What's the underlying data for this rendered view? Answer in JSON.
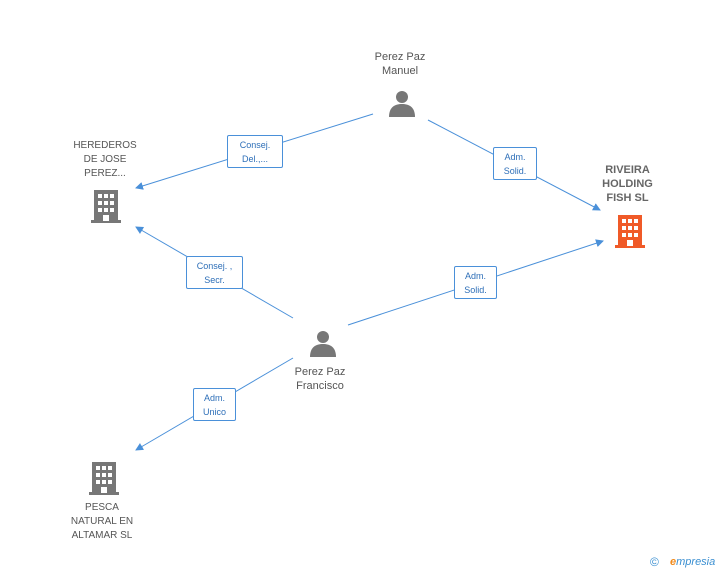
{
  "nodes": {
    "perez_paz_manuel": {
      "label_line1": "Perez Paz",
      "label_line2": "Manuel",
      "icon": "person-icon"
    },
    "perez_paz_francisco": {
      "label_line1": "Perez Paz",
      "label_line2": "Francisco",
      "icon": "person-icon"
    },
    "herederos": {
      "label_line1": "HEREDEROS",
      "label_line2": "DE JOSE",
      "label_line3": "PEREZ...",
      "icon": "building-icon"
    },
    "riveira": {
      "label_line1": "RIVEIRA",
      "label_line2": "HOLDING",
      "label_line3": "FISH SL",
      "icon": "building-icon",
      "highlight_color": "#f05a28"
    },
    "pesca": {
      "label_line1": "PESCA",
      "label_line2": "NATURAL EN",
      "label_line3": "ALTAMAR SL",
      "icon": "building-icon"
    }
  },
  "edges": {
    "manuel_herederos": {
      "line1": "Consej.",
      "line2": "Del.,..."
    },
    "manuel_riveira": {
      "line1": "Adm.",
      "line2": "Solid."
    },
    "francisco_herederos": {
      "line1": "Consej. ,",
      "line2": "Secr."
    },
    "francisco_riveira": {
      "line1": "Adm.",
      "line2": "Solid."
    },
    "francisco_pesca": {
      "line1": "Adm.",
      "line2": "Unico"
    }
  },
  "colors": {
    "edge": "#4a90d9",
    "icon_gray": "#777777",
    "highlight": "#f05a28"
  },
  "footer": {
    "copyright": "©",
    "brand_e": "e",
    "brand_rest": "mpresia"
  }
}
